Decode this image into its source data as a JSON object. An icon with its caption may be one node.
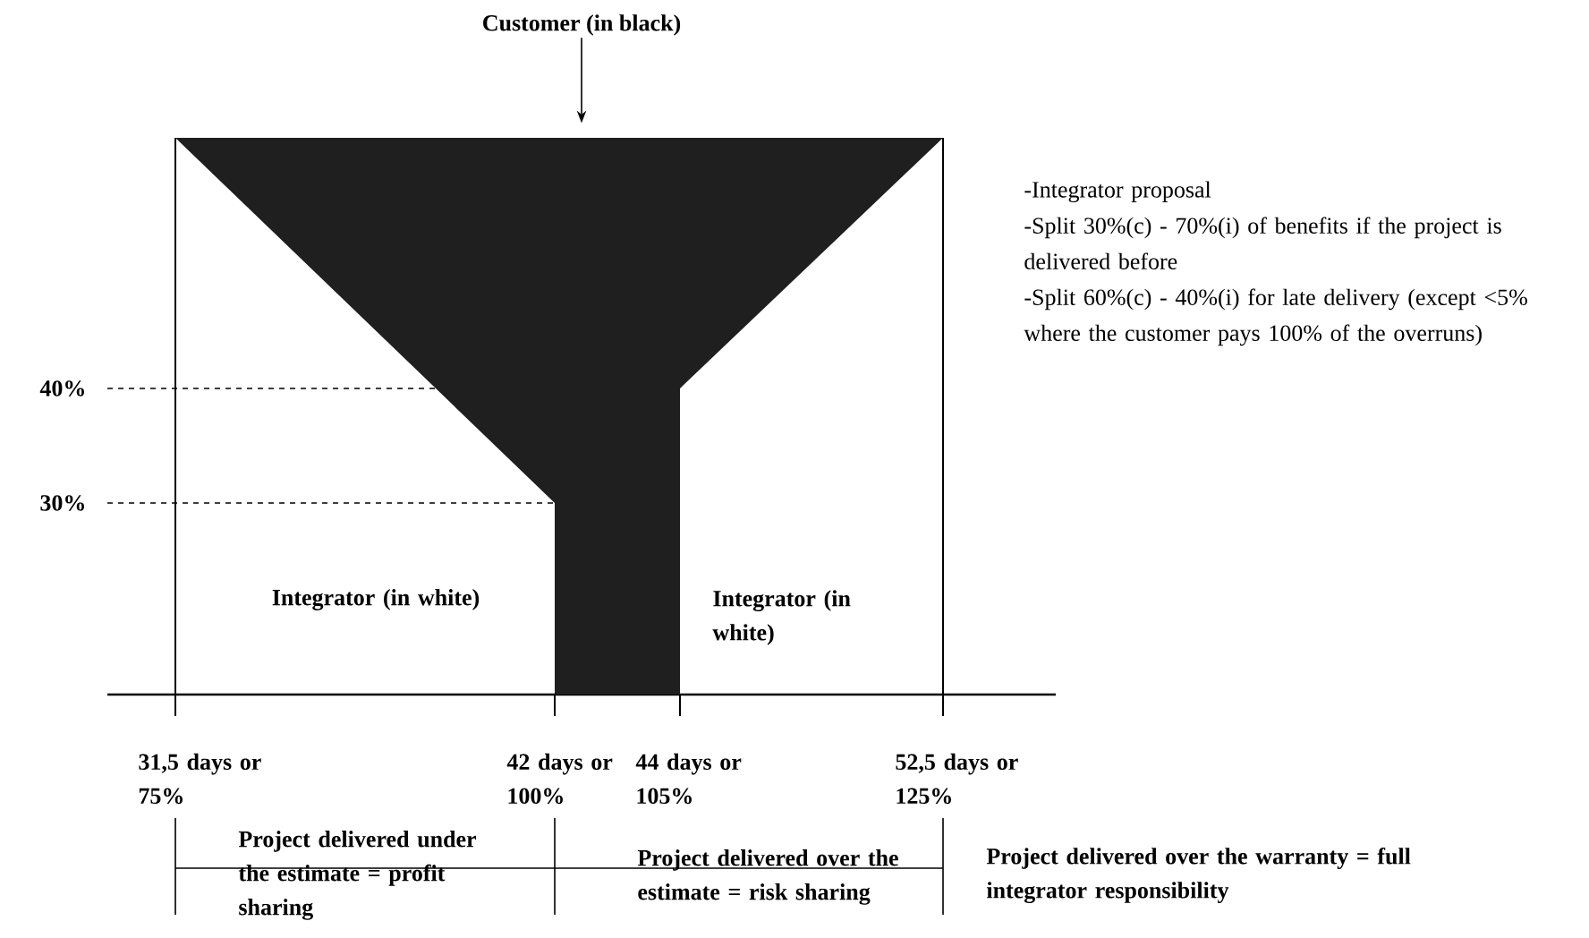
{
  "diagram": {
    "nodes": [
      {
        "text": [
          "Customer (in black)"
        ]
      },
      {
        "text": [],
        "shape": "funnel"
      }
    ],
    "edges": [
      {
        "from": 0,
        "to": 1,
        "arrow": "to"
      }
    ],
    "labels": [
      "40%",
      "30%",
      "Integrator (in white)",
      "Integrator (in white)",
      "31,5 days or 75%",
      "42 days or 100%",
      "44 days or 105%",
      "52,5 days or 125%",
      "Project delivered under the estimate = profit sharing",
      "Project delivered over the estimate = risk sharing",
      "Project delivered over the warranty = full integrator responsibility",
      "-Integrator proposal",
      "-Split 30%(c) - 70%(i) of benefits if the project is delivered before",
      "-Split 60%(c) - 40%(i) for late delivery (except <5% where the customer pays 100% of the overruns)"
    ]
  }
}
